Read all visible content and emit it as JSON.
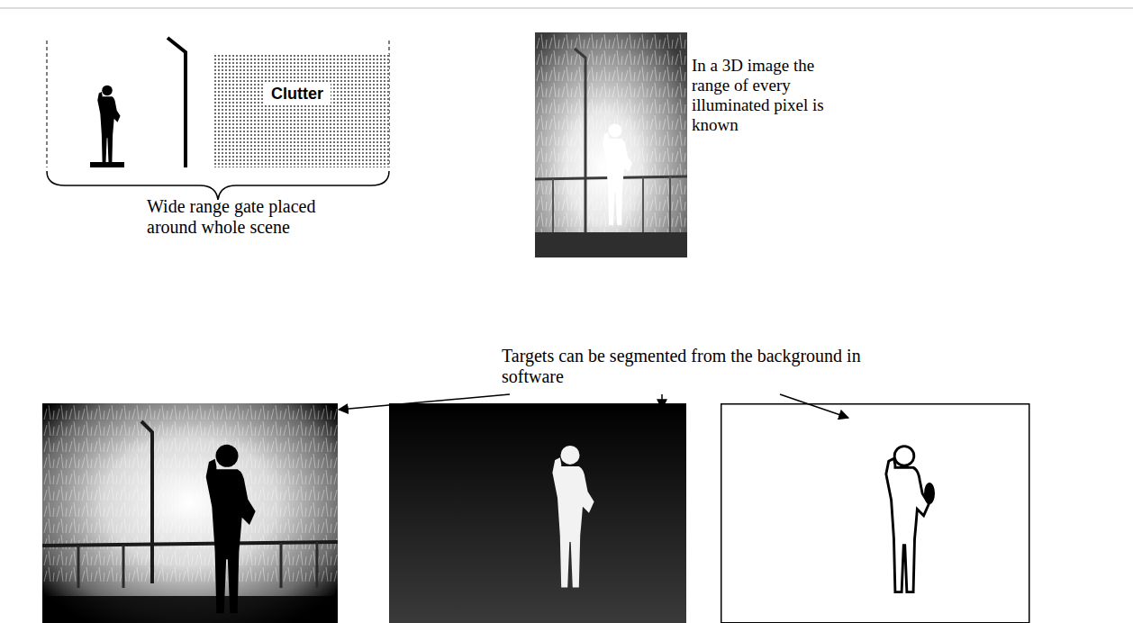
{
  "diagram": {
    "nodes": [
      {
        "text": [
          "Clutter"
        ]
      }
    ],
    "labels": [
      "Wide range gate placed around whole scene",
      "In a 3D image the range of every illuminated pixel is known",
      "Targets can be segmented from the background in software"
    ]
  }
}
